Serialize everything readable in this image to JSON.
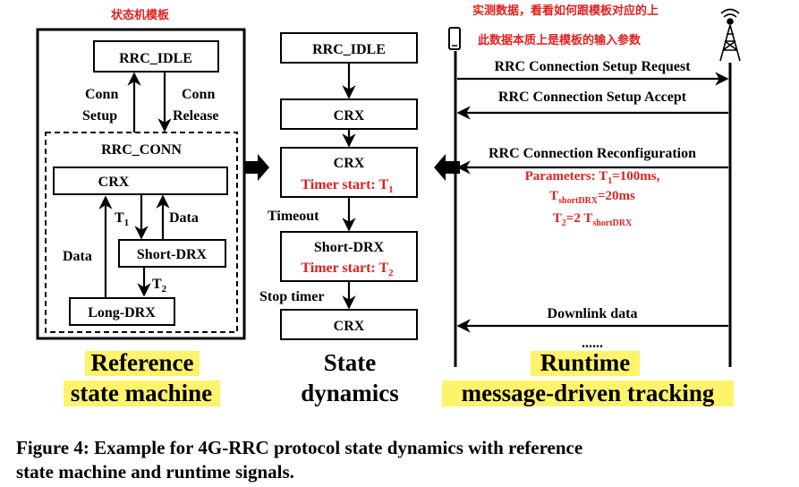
{
  "annotations": {
    "state_machine_template": "状态机模板",
    "measured_data_line1": "实测数据，看看如何跟模板对应的上",
    "measured_data_line2": "此数据本质上是模板的输入参数"
  },
  "reference_machine": {
    "idle": "RRC_IDLE",
    "conn": "RRC_CONN",
    "conn_setup_1": "Conn",
    "conn_setup_2": "Setup",
    "conn_release_1": "Conn",
    "conn_release_2": "Release",
    "crx": "CRX",
    "short_drx": "Short-DRX",
    "long_drx": "Long-DRX",
    "t1": "T",
    "t1_sub": "1",
    "t2": "T",
    "t2_sub": "2",
    "data_right": "Data",
    "data_left": "Data"
  },
  "state_dynamics": {
    "s1": "RRC_IDLE",
    "s2": "CRX",
    "s3": "CRX",
    "s3_timer": "Timer start: T",
    "s3_timer_sub": "1",
    "timeout": "Timeout",
    "s4": "Short-DRX",
    "s4_timer": "Timer start: T",
    "s4_timer_sub": "2",
    "stop_timer": "Stop timer",
    "s5": "CRX"
  },
  "runtime": {
    "msg1": "RRC Connection Setup Request",
    "msg2": "RRC Connection Setup Accept",
    "msg3": "RRC Connection Reconfiguration",
    "params_1a": "Parameters: T",
    "params_1b": "1",
    "params_1c": "=100ms,",
    "params_2a": "T",
    "params_2b": "shortDRX",
    "params_2c": "=20ms",
    "params_3a": "T",
    "params_3b": "2",
    "params_3c": "=2 T",
    "params_3d": "shortDRX",
    "msg4": "Downlink data",
    "ellipsis": "......"
  },
  "labels": {
    "ref_1": "Reference",
    "ref_2": "state machine",
    "dyn_1": "State",
    "dyn_2": "dynamics",
    "run_1": "Runtime",
    "run_2": "message-driven tracking"
  },
  "caption": {
    "line1": "Figure 4: Example for 4G-RRC protocol state dynamics with reference",
    "line2": "state machine and runtime signals."
  },
  "colors": {
    "annotation_red": "#e0201f",
    "highlight_yellow": "#fff36b"
  },
  "icons": [
    "phone-icon",
    "cell-tower-icon"
  ]
}
